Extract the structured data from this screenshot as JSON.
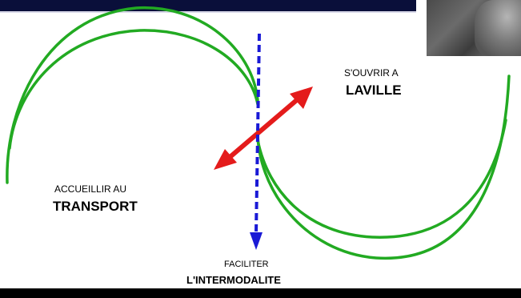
{
  "colors": {
    "background": "#000000",
    "panel": "#ffffff",
    "title_strip": "#0a0f3a",
    "curve": "#22aa22",
    "arrow_red": "#e41b1b",
    "arrow_blue": "#1a1ad6",
    "text": "#000000"
  },
  "labels": {
    "ouvrir_line1": "S'OUVRIR A",
    "ouvrir_line2": "LAVILLE",
    "accueil_line1": "ACCUEILLIR AU",
    "accueil_line2": "TRANSPORT",
    "faciliter_line1": "FACILITER",
    "faciliter_line2": "L'INTERMODALITE"
  }
}
